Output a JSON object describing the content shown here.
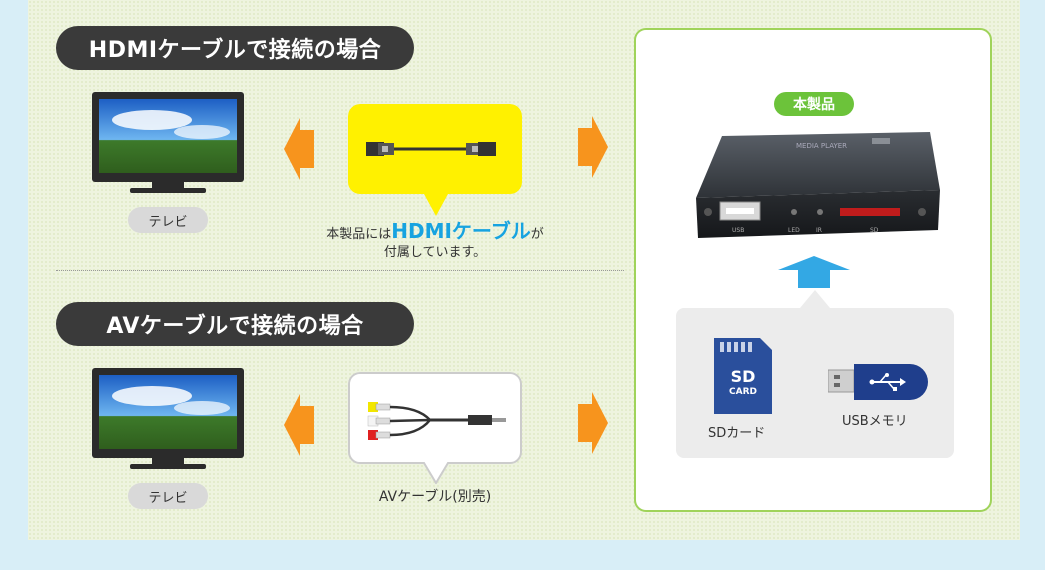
{
  "sections": {
    "hdmi": {
      "title": "HDMIケーブルで接続の場合",
      "tv_label": "テレビ",
      "caption_pre": "本製品には",
      "caption_highlight": "HDMIケーブル",
      "caption_post": "が",
      "caption_line2": "付属しています。"
    },
    "av": {
      "title": "AVケーブルで接続の場合",
      "tv_label": "テレビ",
      "caption": "AVケーブル(別売)"
    }
  },
  "product": {
    "badge": "本製品",
    "brand_text": "MEDIA PLAYER",
    "port_usb": "USB",
    "port_led": "LED",
    "port_ir": "IR",
    "port_sd": "SD"
  },
  "media": {
    "sd_text_top": "SD",
    "sd_text_bottom": "CARD",
    "sd_label": "SDカード",
    "usb_label": "USBメモリ"
  },
  "colors": {
    "accent_orange": "#f7941d",
    "highlight_blue": "#17a3e0",
    "product_green": "#6cc33a",
    "bubble_yellow": "#fff100"
  }
}
